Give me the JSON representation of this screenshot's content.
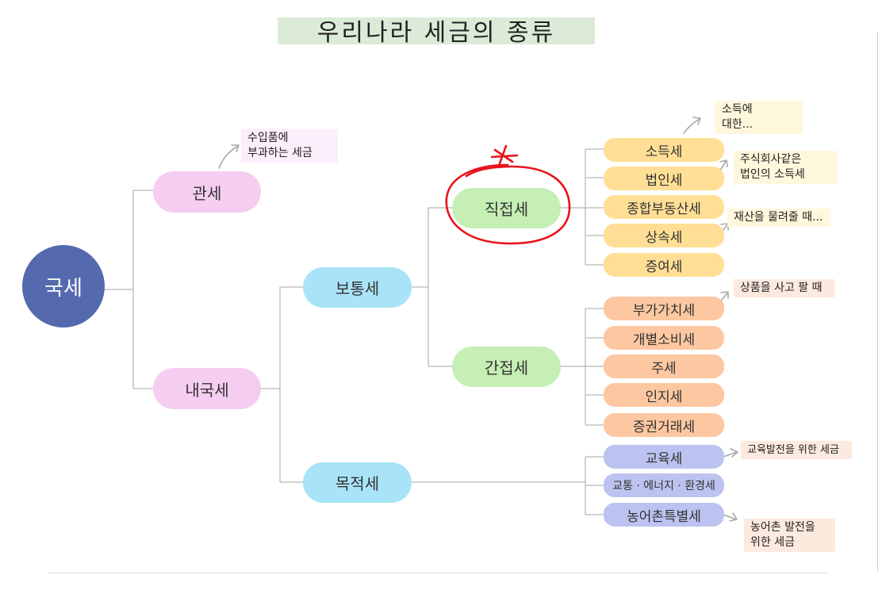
{
  "title": "우리나라 세금의 종류",
  "nodes": {
    "root": "국세",
    "customs": "관세",
    "internal": "내국세",
    "ordinary": "보통세",
    "purpose": "목적세",
    "direct": "직접세",
    "indirect": "간접세"
  },
  "direct_taxes": [
    "소득세",
    "법인세",
    "종합부동산세",
    "상속세",
    "증여세"
  ],
  "indirect_taxes": [
    "부가가치세",
    "개별소비세",
    "주세",
    "인지세",
    "증권거래세"
  ],
  "purpose_taxes": [
    "교육세",
    "교통 · 에너지 · 환경세",
    "농어촌특별세"
  ],
  "notes": {
    "customs": [
      "수입품에",
      "부과하는 세금"
    ],
    "income": [
      "소득에",
      "대한..."
    ],
    "corporate": [
      "주식회사같은",
      "법인의 소득세"
    ],
    "inheritance": [
      "재산을 물려줄 때..."
    ],
    "vat": [
      "상품을 사고 팔 때"
    ],
    "education": [
      "교육발전을 위한 세금"
    ],
    "rural": [
      "농어촌 발전을",
      "위한 세금"
    ]
  },
  "annotation": {
    "highlight": "direct",
    "mark": "star",
    "color": "#e8141b"
  },
  "colors": {
    "root": "#5469ae",
    "level1": "#f5cdf0",
    "level2": "#a9e3f8",
    "level3": "#c5efb4",
    "direct_leaves": "#ffdf95",
    "indirect_leaves": "#fdc7a1",
    "purpose_leaves": "#bcc3f0",
    "title_bg": "#dcebd7"
  }
}
